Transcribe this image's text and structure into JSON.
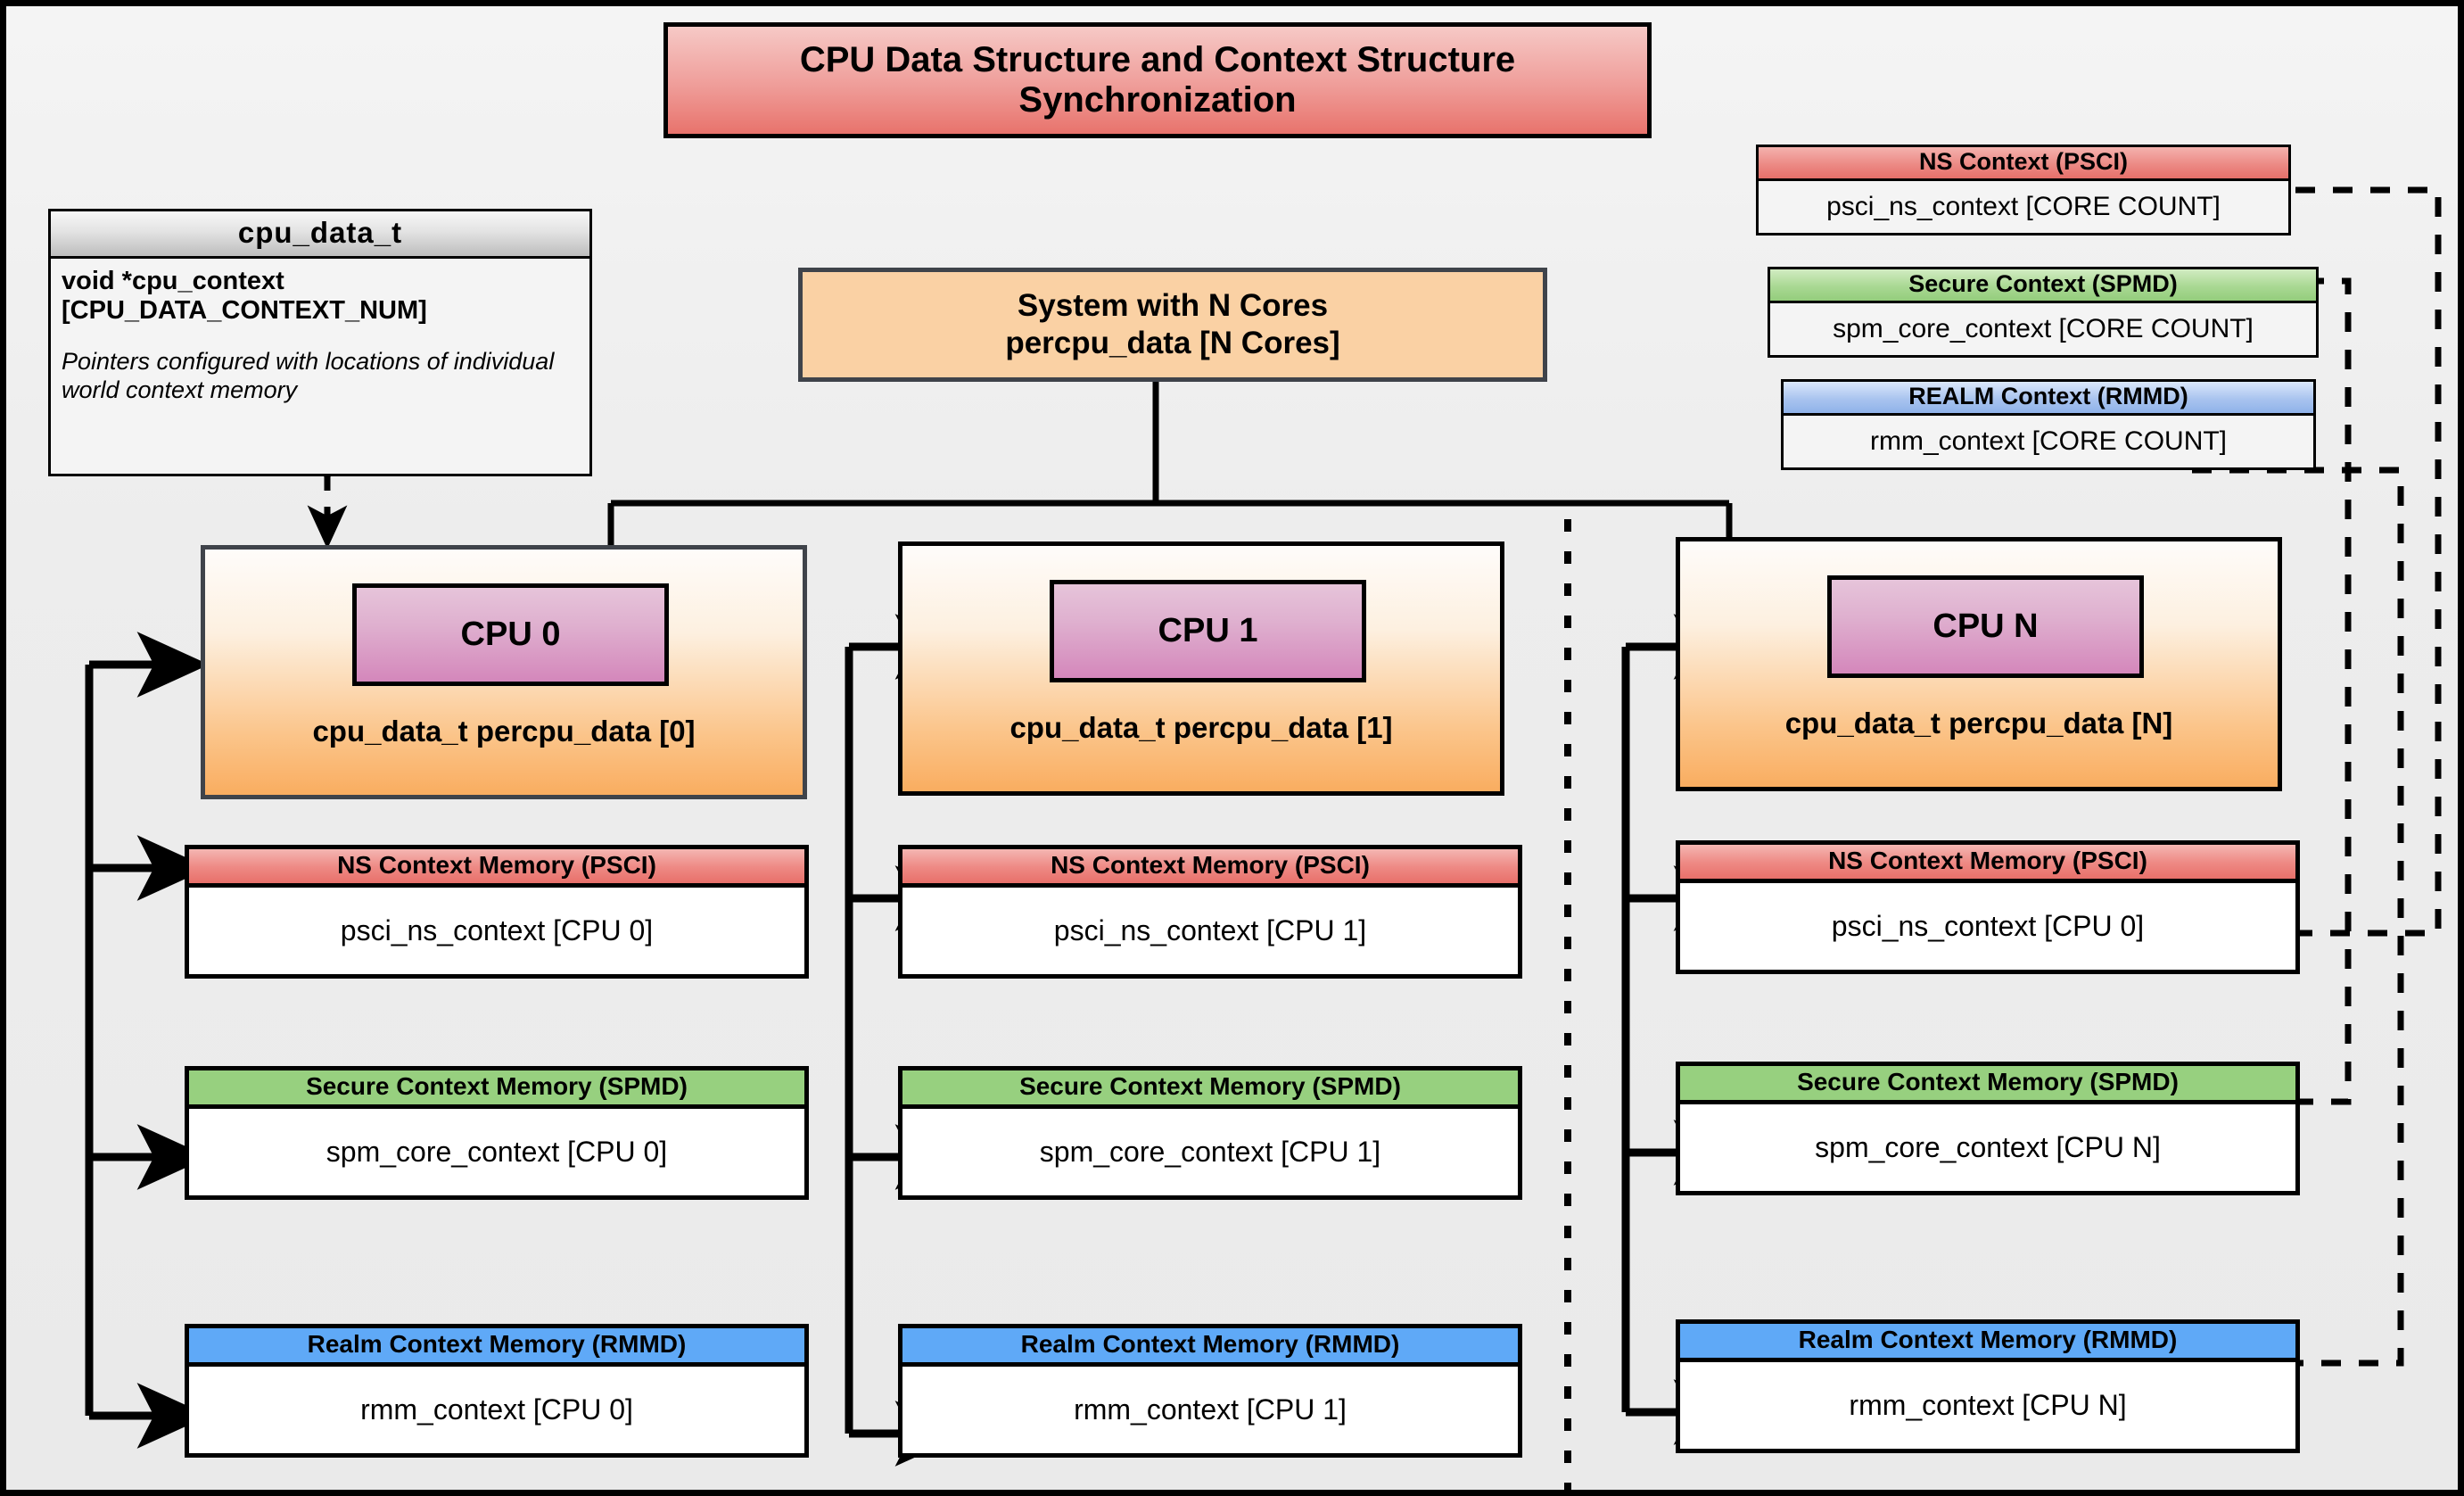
{
  "title": "CPU Data Structure and Context Structure Synchronization",
  "struct": {
    "name": "cpu_data_t",
    "field": "void  *cpu_context [CPU_DATA_CONTEXT_NUM]",
    "note": "Pointers configured with locations of individual world context memory"
  },
  "system": {
    "line1": "System with N Cores",
    "line2": "percpu_data [N Cores]"
  },
  "global_contexts": [
    {
      "header": "NS Context  (PSCI)",
      "value": "psci_ns_context [CORE COUNT]",
      "color": "#e8706a",
      "accent": "red"
    },
    {
      "header": "Secure Context (SPMD)",
      "value": "spm_core_context [CORE COUNT]",
      "color": "#94cd7c",
      "accent": "green"
    },
    {
      "header": "REALM Context (RMMD)",
      "value": "rmm_context [CORE COUNT]",
      "color": "#8fb2e9",
      "accent": "blue"
    }
  ],
  "cpus": [
    {
      "chip": "CPU 0",
      "caption": "cpu_data_t percpu_data [0]",
      "contexts": [
        {
          "header": "NS Context Memory (PSCI)",
          "value": "psci_ns_context [CPU 0]",
          "accent": "red"
        },
        {
          "header": "Secure Context Memory (SPMD)",
          "value": "spm_core_context [CPU 0]",
          "accent": "green"
        },
        {
          "header": "Realm Context Memory (RMMD)",
          "value": "rmm_context [CPU 0]",
          "accent": "blue"
        }
      ]
    },
    {
      "chip": "CPU 1",
      "caption": "cpu_data_t percpu_data [1]",
      "contexts": [
        {
          "header": "NS Context Memory (PSCI)",
          "value": "psci_ns_context [CPU 1]",
          "accent": "red"
        },
        {
          "header": "Secure Context Memory (SPMD)",
          "value": "spm_core_context [CPU 1]",
          "accent": "green"
        },
        {
          "header": "Realm Context Memory (RMMD)",
          "value": "rmm_context [CPU 1]",
          "accent": "blue"
        }
      ]
    },
    {
      "chip": "CPU N",
      "caption": "cpu_data_t percpu_data [N]",
      "contexts": [
        {
          "header": "NS Context Memory (PSCI)",
          "value": "psci_ns_context [CPU 0]",
          "accent": "red"
        },
        {
          "header": "Secure Context Memory (SPMD)",
          "value": "spm_core_context [CPU N]",
          "accent": "green"
        },
        {
          "header": "Realm Context Memory (RMMD)",
          "value": "rmm_context [CPU N]",
          "accent": "blue"
        }
      ]
    }
  ],
  "colors": {
    "background": "#ededed",
    "frame": "#000000",
    "title_fill": "#e8736c",
    "system_fill": "#fad1a4",
    "cpu_fill": "#f9ad60",
    "chip_fill": "#d487bb",
    "ns_red": "#e8706a",
    "secure_green": "#94cd7c",
    "realm_blue": "#5fa9f7"
  }
}
